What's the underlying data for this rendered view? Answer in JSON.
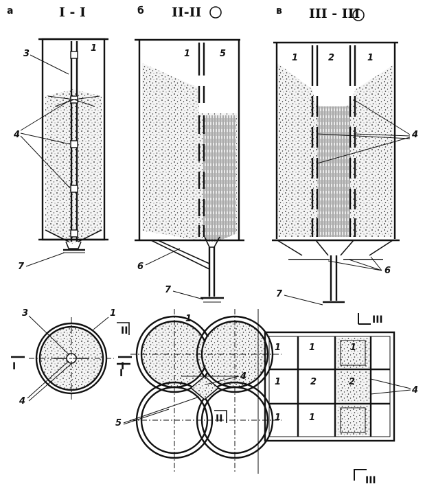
{
  "panels": {
    "a": {
      "letter": "а",
      "section": "I - I"
    },
    "b": {
      "letter": "б",
      "section": "II-II"
    },
    "v": {
      "letter": "в",
      "section": "III - III"
    }
  },
  "callouts": {
    "n1": "1",
    "n2": "2",
    "n3": "3",
    "n4": "4",
    "n5": "5",
    "n6": "6",
    "n7": "7"
  },
  "cut_marks": {
    "roman_1": "I",
    "roman_2": "II",
    "roman_3": "III"
  }
}
